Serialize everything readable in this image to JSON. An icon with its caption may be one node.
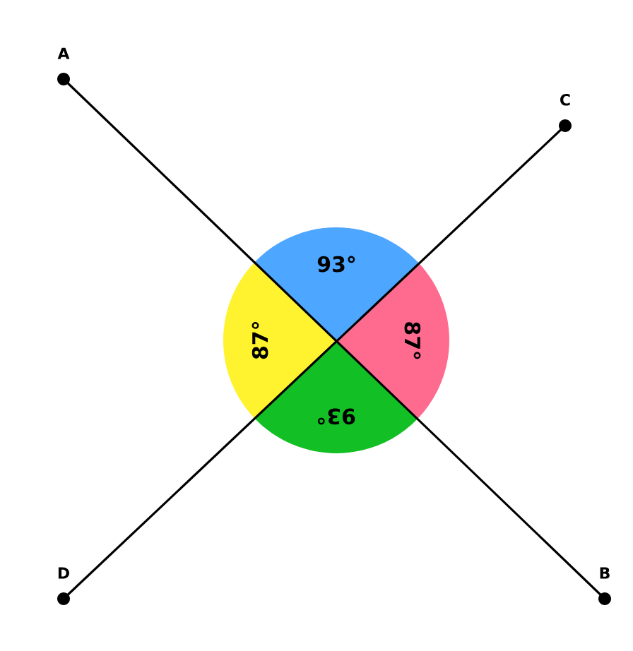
{
  "diagram": {
    "nodes": [
      {
        "text": [
          "A"
        ]
      },
      {
        "text": [
          "C"
        ]
      },
      {
        "text": [
          "93°"
        ]
      },
      {
        "text": [
          "87°"
        ]
      },
      {
        "text": [
          "87°"
        ]
      },
      {
        "text": [
          "93°"
        ]
      },
      {
        "text": [
          "D"
        ]
      },
      {
        "text": [
          "B"
        ]
      }
    ],
    "edges": [
      {
        "from": 0,
        "to": 7,
        "arrow": "none"
      },
      {
        "from": 1,
        "to": 6,
        "arrow": "none"
      }
    ]
  }
}
